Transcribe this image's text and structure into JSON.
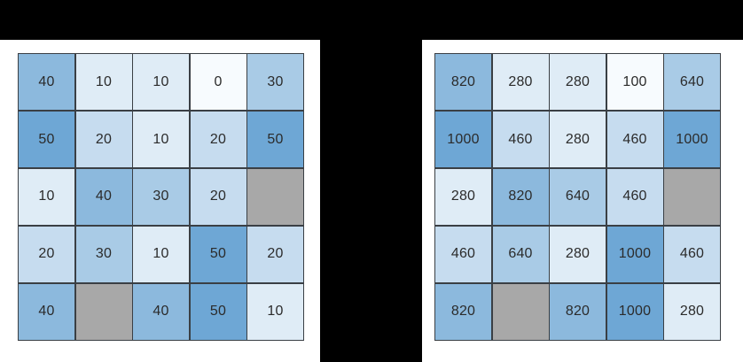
{
  "background_color": "#000000",
  "panel_color": "#ffffff",
  "grid_border_color": "#3a3f44",
  "text_color": "#2b2b2b",
  "missing_color": "#a8a8a8",
  "color_scale": {
    "name": "blues-sequential",
    "stops": [
      "#f7fbfd",
      "#e2eff7",
      "#d3e4f2",
      "#bfd9ec",
      "#a7cae3",
      "#89b9da",
      "#6aa6d2"
    ]
  },
  "chart_data": [
    {
      "type": "heatmap",
      "name": "left-heatmap",
      "title": "",
      "xlabel": "",
      "ylabel": "",
      "rows": 5,
      "cols": 5,
      "vmin": 0,
      "vmax": 50,
      "missing_label": "",
      "values": [
        [
          40,
          10,
          10,
          0,
          30
        ],
        [
          50,
          20,
          10,
          20,
          50
        ],
        [
          10,
          40,
          30,
          20,
          null
        ],
        [
          20,
          30,
          10,
          50,
          20
        ],
        [
          40,
          null,
          40,
          50,
          10
        ]
      ],
      "labels": [
        [
          "40",
          "10",
          "10",
          "0",
          "30"
        ],
        [
          "50",
          "20",
          "10",
          "20",
          "50"
        ],
        [
          "10",
          "40",
          "30",
          "20",
          ""
        ],
        [
          "20",
          "30",
          "10",
          "50",
          "20"
        ],
        [
          "40",
          "",
          "40",
          "50",
          "10"
        ]
      ],
      "colors": [
        [
          "#8cb9dd",
          "#dfecf6",
          "#dfecf6",
          "#f7fbfe",
          "#a9cbe6"
        ],
        [
          "#6ea7d5",
          "#c6dcef",
          "#dfecf6",
          "#c6dcef",
          "#6ea7d5"
        ],
        [
          "#dfecf6",
          "#8cb9dd",
          "#a9cbe6",
          "#c6dcef",
          "#a8a8a8"
        ],
        [
          "#c6dcef",
          "#a9cbe6",
          "#dfecf6",
          "#6ea7d5",
          "#c6dcef"
        ],
        [
          "#8cb9dd",
          "#a8a8a8",
          "#8cb9dd",
          "#6ea7d5",
          "#dfecf6"
        ]
      ]
    },
    {
      "type": "heatmap",
      "name": "right-heatmap",
      "title": "",
      "xlabel": "",
      "ylabel": "",
      "rows": 5,
      "cols": 5,
      "vmin": 100,
      "vmax": 1000,
      "missing_label": "",
      "values": [
        [
          820,
          280,
          280,
          100,
          640
        ],
        [
          1000,
          460,
          280,
          460,
          1000
        ],
        [
          280,
          820,
          640,
          460,
          null
        ],
        [
          460,
          640,
          280,
          1000,
          460
        ],
        [
          820,
          null,
          820,
          1000,
          280
        ]
      ],
      "labels": [
        [
          "820",
          "280",
          "280",
          "100",
          "640"
        ],
        [
          "1000",
          "460",
          "280",
          "460",
          "1000"
        ],
        [
          "280",
          "820",
          "640",
          "460",
          ""
        ],
        [
          "460",
          "640",
          "280",
          "1000",
          "460"
        ],
        [
          "820",
          "",
          "820",
          "1000",
          "280"
        ]
      ],
      "colors": [
        [
          "#8cb9dd",
          "#dfecf6",
          "#dfecf6",
          "#f7fbfe",
          "#a9cbe6"
        ],
        [
          "#6ea7d5",
          "#c6dcef",
          "#dfecf6",
          "#c6dcef",
          "#6ea7d5"
        ],
        [
          "#dfecf6",
          "#8cb9dd",
          "#a9cbe6",
          "#c6dcef",
          "#a8a8a8"
        ],
        [
          "#c6dcef",
          "#a9cbe6",
          "#dfecf6",
          "#6ea7d5",
          "#c6dcef"
        ],
        [
          "#8cb9dd",
          "#a8a8a8",
          "#8cb9dd",
          "#6ea7d5",
          "#dfecf6"
        ]
      ]
    }
  ]
}
